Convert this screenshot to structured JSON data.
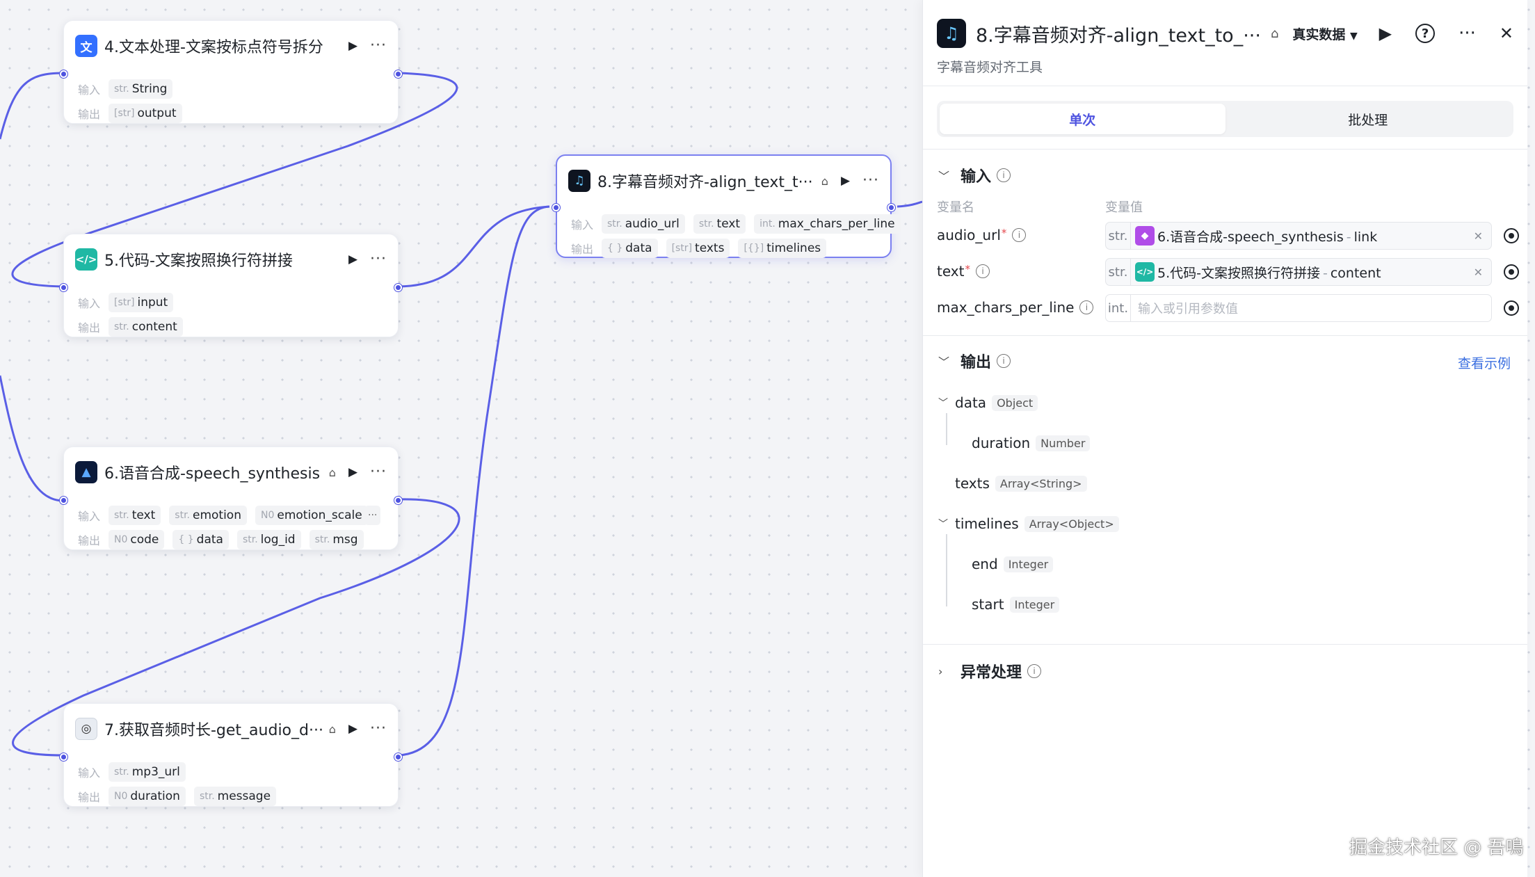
{
  "canvas": {
    "nodes": [
      {
        "id": "node4",
        "title": "4.文本处理-文案按标点符号拆分",
        "icon": "text-process-icon",
        "icon_color": "#3370ff",
        "input_label": "输入",
        "output_label": "输出",
        "inputs": [
          {
            "type": "str.",
            "name": "String"
          }
        ],
        "outputs": [
          {
            "type": "[str]",
            "name": "output"
          }
        ]
      },
      {
        "id": "node5",
        "title": "5.代码-文案按照换行符拼接",
        "icon": "code-icon",
        "icon_color": "#1fb8a4",
        "input_label": "输入",
        "output_label": "输出",
        "inputs": [
          {
            "type": "[str]",
            "name": "input"
          }
        ],
        "outputs": [
          {
            "type": "str.",
            "name": "content"
          }
        ]
      },
      {
        "id": "node6",
        "title": "6.语音合成-speech_synthesis",
        "icon": "speech-synthesis-icon",
        "icon_color": "#0b1a3a",
        "input_label": "输入",
        "output_label": "输出",
        "inputs": [
          {
            "type": "str.",
            "name": "text"
          },
          {
            "type": "str.",
            "name": "emotion"
          },
          {
            "type": "N0",
            "name": "emotion_scale"
          }
        ],
        "more_inputs": "···",
        "outputs": [
          {
            "type": "N0",
            "name": "code"
          },
          {
            "type": "{ }",
            "name": "data"
          },
          {
            "type": "str.",
            "name": "log_id"
          },
          {
            "type": "str.",
            "name": "msg"
          }
        ]
      },
      {
        "id": "node7",
        "title": "7.获取音频时长-get_audio_d···",
        "icon": "audio-duration-icon",
        "icon_color": "#e8ecf2",
        "input_label": "输入",
        "output_label": "输出",
        "inputs": [
          {
            "type": "str.",
            "name": "mp3_url"
          }
        ],
        "outputs": [
          {
            "type": "N0",
            "name": "duration"
          },
          {
            "type": "str.",
            "name": "message"
          }
        ]
      },
      {
        "id": "node8",
        "title": "8.字幕音频对齐-align_text_t···",
        "icon": "align-audio-icon",
        "icon_color": "#0e1420",
        "input_label": "输入",
        "output_label": "输出",
        "inputs": [
          {
            "type": "str.",
            "name": "audio_url"
          },
          {
            "type": "str.",
            "name": "text"
          },
          {
            "type": "int.",
            "name": "max_chars_per_line"
          }
        ],
        "outputs": [
          {
            "type": "{ }",
            "name": "data"
          },
          {
            "type": "[str]",
            "name": "texts"
          },
          {
            "type": "[{}]",
            "name": "timelines"
          }
        ]
      }
    ],
    "edge_color": "#5a5fe6"
  },
  "panel": {
    "title": "8.字幕音频对齐-align_text_to_···",
    "description": "字幕音频对齐工具",
    "data_mode": "真实数据",
    "dropdown_arrow": "▼",
    "play": "▶",
    "help": "?",
    "more": "···",
    "close": "✕",
    "tabs": [
      {
        "label": "单次",
        "active": true
      },
      {
        "label": "批处理",
        "active": false
      }
    ],
    "input_section": {
      "title": "输入",
      "col_name": "变量名",
      "col_value": "变量值",
      "params": [
        {
          "name": "audio_url",
          "required": true,
          "type": "str.",
          "ref_icon_color": "#b04de8",
          "ref_node": "6.语音合成-speech_synthesis",
          "ref_field": "link",
          "placeholder": ""
        },
        {
          "name": "text",
          "required": true,
          "type": "str.",
          "ref_icon_color": "#1fb8a4",
          "ref_node": "5.代码-文案按照换行符拼接",
          "ref_field": "content",
          "placeholder": ""
        },
        {
          "name": "max_chars_per_line",
          "required": false,
          "type": "int.",
          "ref_node": "",
          "ref_field": "",
          "placeholder": "输入或引用参数值"
        }
      ]
    },
    "output_section": {
      "title": "输出",
      "example_link": "查看示例",
      "fields": [
        {
          "name": "data",
          "type": "Object",
          "level": 0,
          "expanded": true
        },
        {
          "name": "duration",
          "type": "Number",
          "level": 1
        },
        {
          "name": "texts",
          "type": "Array<String>",
          "level": 0
        },
        {
          "name": "timelines",
          "type": "Array<Object>",
          "level": 0,
          "expanded": true
        },
        {
          "name": "end",
          "type": "Integer",
          "level": 1
        },
        {
          "name": "start",
          "type": "Integer",
          "level": 1
        }
      ]
    },
    "error_section": {
      "title": "异常处理"
    }
  },
  "watermark": "掘金技术社区 @ 吾鳴"
}
